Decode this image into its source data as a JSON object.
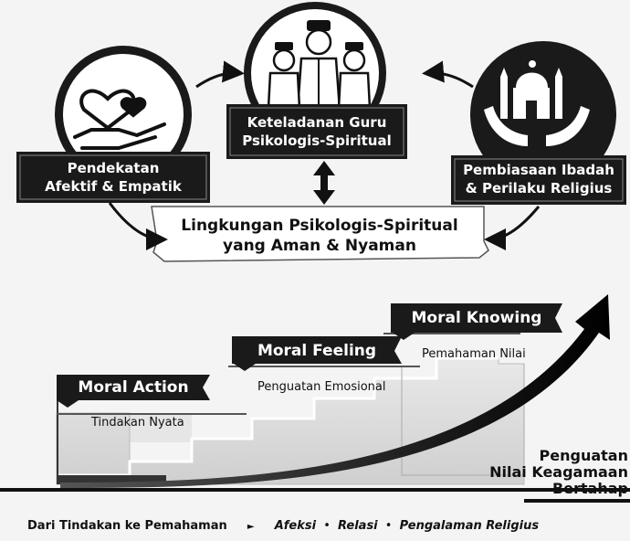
{
  "top": {
    "left_card": {
      "line1": "Pendekatan",
      "line2": "Afektif & Empatik",
      "icon": "heart-hand-icon"
    },
    "center_card": {
      "line1": "Keteladanan Guru",
      "line2": "Psikologis-Spiritual",
      "icon": "teacher-students-icon"
    },
    "right_card": {
      "line1": "Pembiasaan Ibadah",
      "line2": "& Perilaku Religius",
      "icon": "mosque-hands-icon"
    },
    "environment": {
      "line1": "Lingkungan Psikologis-Spiritual",
      "line2": "yang Aman & Nyaman"
    }
  },
  "stairs": {
    "steps": [
      {
        "title": "Moral Action",
        "desc": "Tindakan Nyata"
      },
      {
        "title": "Moral Feeling",
        "desc": "Penguatan Emosional"
      },
      {
        "title": "Moral Knowing",
        "desc": "Pemahaman Nilai"
      }
    ],
    "outcome": {
      "line1": "Penguatan",
      "line2": "Nilai Keagamaan",
      "line3": "Bertahap"
    }
  },
  "footer": {
    "left": "Dari Tindakan ke Pemahaman",
    "separator": "►",
    "item1": "Afeksi",
    "bullet": "•",
    "item2": "Relasi",
    "item3": "Pengalaman Religius"
  }
}
